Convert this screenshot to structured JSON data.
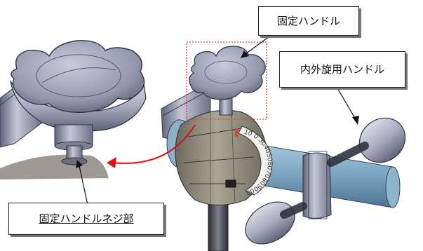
{
  "labels": {
    "fixed_handle": "固定ハンドル",
    "rotation_handle": "内外旋用ハンドル",
    "fixed_handle_screw": "固定ハンドルネジ部"
  },
  "dial_marks": [
    "10",
    "0",
    "30",
    "40",
    "50",
    "60",
    "70",
    "80",
    "90",
    "00"
  ],
  "colors": {
    "steel": "#a9adc0",
    "steel_dark": "#6e7288",
    "bronze": "#8a8574",
    "tube_blue": "#7aa3bf",
    "arrow_red": "#e01010",
    "marker_red": "#e04040"
  }
}
